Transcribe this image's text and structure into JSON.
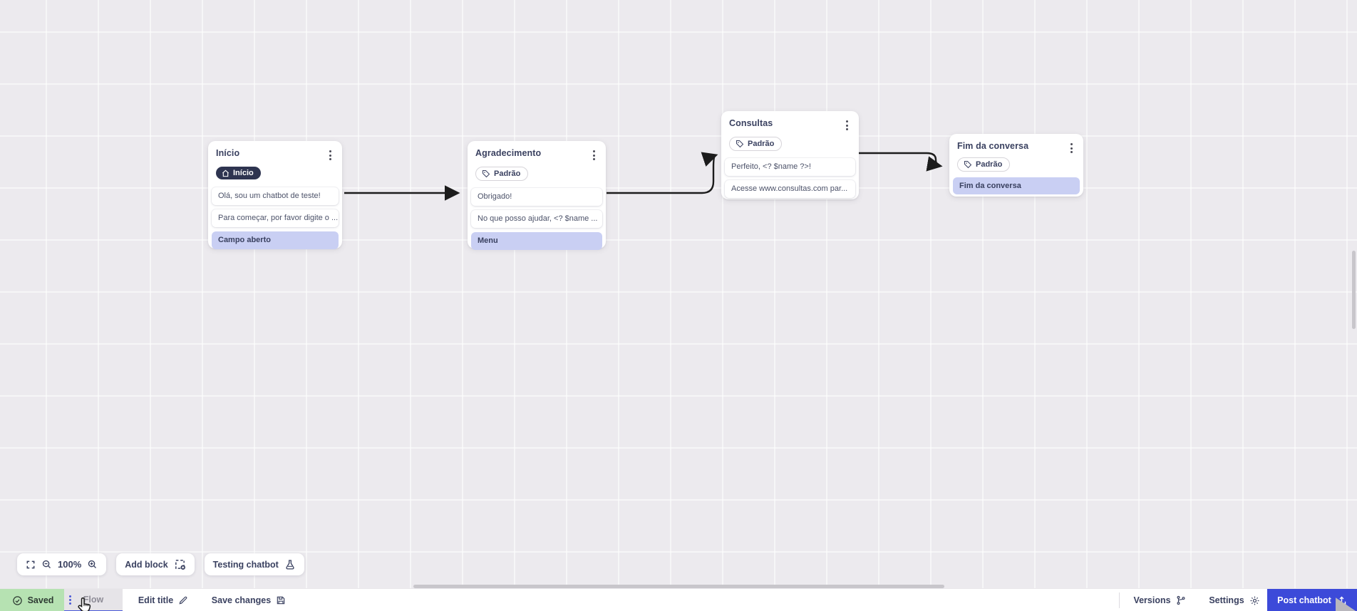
{
  "canvas": {
    "nodes": [
      {
        "title": "Início",
        "badge": {
          "label": "Início",
          "icon": "home-icon",
          "style": "dark"
        },
        "rows": [
          {
            "text": "Olá, sou um chatbot de teste!",
            "type": "message"
          },
          {
            "text": "Para começar, por favor digite o ...",
            "type": "message"
          },
          {
            "text": "Campo aberto",
            "type": "highlight"
          }
        ]
      },
      {
        "title": "Agradecimento",
        "badge": {
          "label": "Padrão",
          "icon": "tag-icon",
          "style": "outline"
        },
        "rows": [
          {
            "text": "Obrigado!",
            "type": "message"
          },
          {
            "text": "No que posso ajudar, <? $name ...",
            "type": "message"
          },
          {
            "text": "Menu",
            "type": "highlight"
          }
        ]
      },
      {
        "title": "Consultas",
        "badge": {
          "label": "Padrão",
          "icon": "tag-icon",
          "style": "outline"
        },
        "rows": [
          {
            "text": "Perfeito, <? $name ?>!",
            "type": "message"
          },
          {
            "text": "Acesse www.consultas.com par...",
            "type": "message"
          }
        ]
      },
      {
        "title": "Fim da conversa",
        "badge": {
          "label": "Padrão",
          "icon": "tag-icon",
          "style": "outline"
        },
        "rows": [
          {
            "text": "Fim da conversa",
            "type": "highlight"
          }
        ]
      }
    ]
  },
  "toolbar": {
    "zoom_level": "100%",
    "add_block_label": "Add block",
    "testing_label": "Testing chatbot",
    "icons": [
      "fullscreen-icon",
      "zoom-out-icon",
      "zoom-in-icon",
      "add-block-icon",
      "flask-icon"
    ]
  },
  "statusbar": {
    "saved_label": "Saved",
    "flow_tab_label": "Flow",
    "edit_title_label": "Edit title",
    "save_changes_label": "Save changes",
    "versions_label": "Versions",
    "settings_label": "Settings",
    "post_button_label": "Post chatbot",
    "icons": [
      "check-circle-icon",
      "drag-handle-icon",
      "pencil-icon",
      "save-icon",
      "branch-icon",
      "gear-icon",
      "upload-icon"
    ]
  },
  "colors": {
    "accent": "#3c4ad9",
    "highlight_row": "#c9cff3",
    "badge_dark": "#2e3450",
    "saved_green": "#b6e2b2",
    "wire": "#1c1c1c",
    "canvas_bg": "#eceaee"
  }
}
